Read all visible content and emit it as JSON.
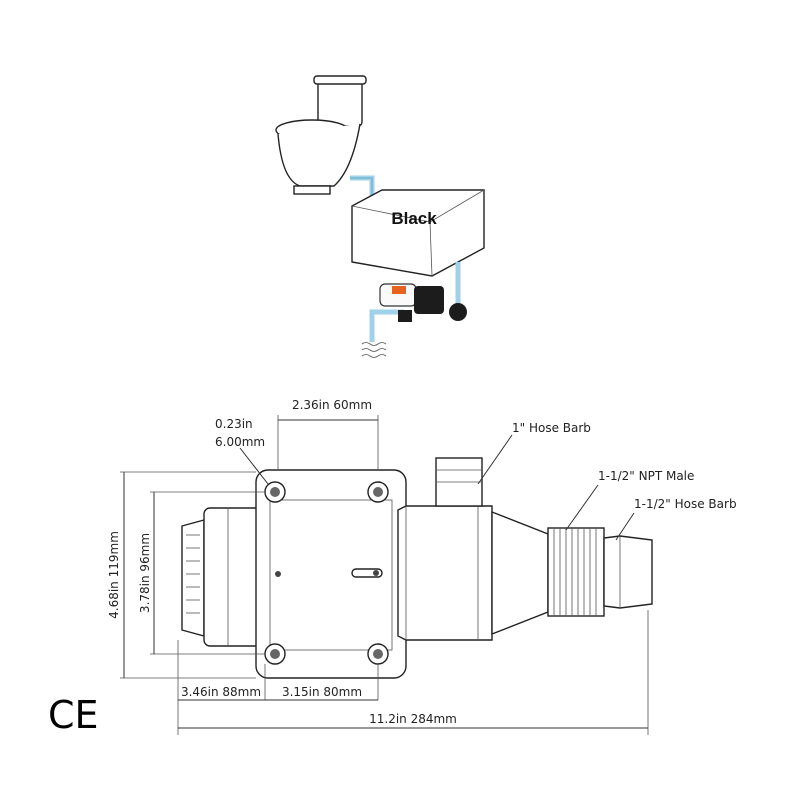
{
  "schematic": {
    "tank_label": "Black",
    "colors": {
      "pipe": "#9fd2e8",
      "pump_accent": "#e8641e"
    }
  },
  "dimensions": {
    "width_top": "2.36in 60mm",
    "hole_in": "0.23in",
    "hole_mm": "6.00mm",
    "height_outer": "4.68in 119mm",
    "height_inner": "3.78in 96mm",
    "bottom_left": "3.46in 88mm",
    "bottom_mid": "3.15in 80mm",
    "overall_length": "11.2in 284mm"
  },
  "callouts": {
    "hose_barb_1": "1\" Hose Barb",
    "npt_male": "1-1/2\" NPT Male",
    "hose_barb_15": "1-1/2\" Hose Barb"
  },
  "mark": "CE"
}
